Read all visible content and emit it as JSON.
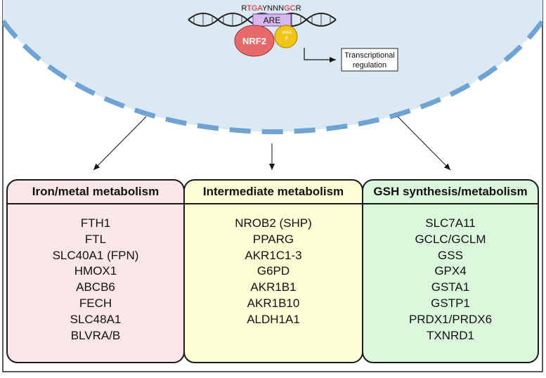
{
  "nucleus": {
    "motif": [
      "R",
      "TGA",
      "YNNN",
      "GC",
      "R"
    ],
    "are_label": "ARE",
    "nrf2_label": "NRF2",
    "smaf_label": [
      "sMA",
      "F"
    ],
    "transcription_label": [
      "Transcriptional",
      "regulation"
    ]
  },
  "panels": [
    {
      "title": "Iron/metal metabolism",
      "genes": [
        "FTH1",
        "FTL",
        "SLC40A1 (FPN)",
        "HMOX1",
        "ABCB6",
        "FECH",
        "SLC48A1",
        "BLVRA/B"
      ],
      "color": "#fde6e8"
    },
    {
      "title": "Intermediate metabolism",
      "genes": [
        "NROB2 (SHP)",
        "PPARG",
        "AKR1C1-3",
        "G6PD",
        "AKR1B1",
        "AKR1B10",
        "ALDH1A1"
      ],
      "color": "#ffffd6"
    },
    {
      "title": "GSH synthesis/metabolism",
      "genes": [
        "SLC7A11",
        "GCLC/GCLM",
        "GSS",
        "GPX4",
        "GSTA1",
        "GSTP1",
        "PRDX1/PRDX6",
        "TXNRD1"
      ],
      "color": "#dcf8dc"
    }
  ],
  "colors": {
    "nucleus_fill": "#dbe9f4",
    "nucleus_border": "#6fa3d4",
    "nrf2": "#e76a6a",
    "smaf": "#f0c419",
    "are_box": "#d7b8ee",
    "motif_red": "#e0201b"
  }
}
